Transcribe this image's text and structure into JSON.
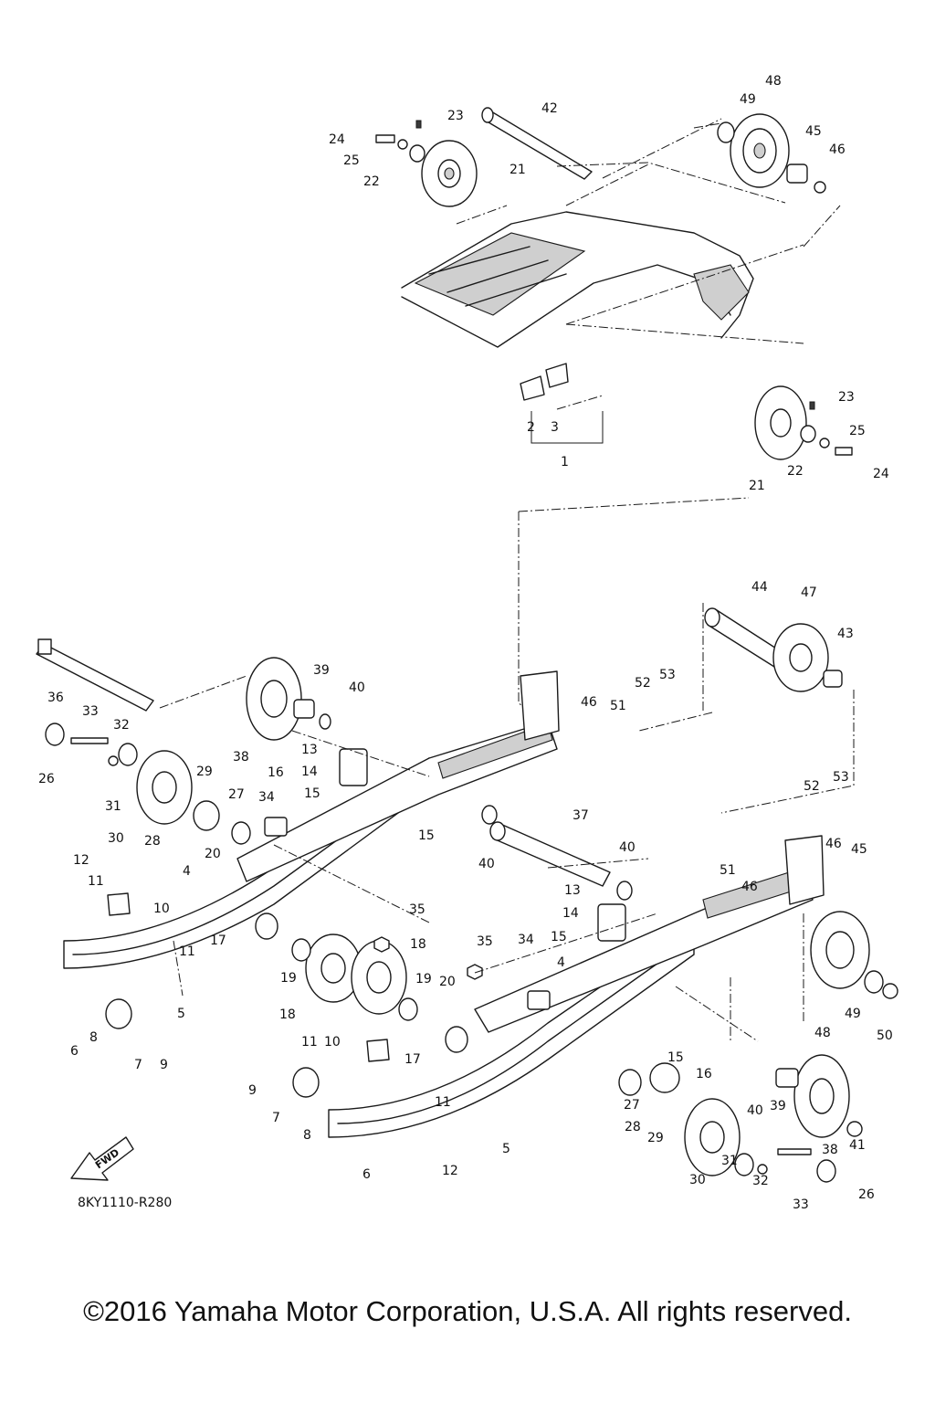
{
  "drawing_code": "8KY1110-R280",
  "direction_label": "FWD",
  "copyright": "©2016 Yamaha Motor Corporation, U.S.A. All rights reserved.",
  "callouts": [
    {
      "n": "48"
    },
    {
      "n": "49"
    },
    {
      "n": "23"
    },
    {
      "n": "42"
    },
    {
      "n": "45"
    },
    {
      "n": "46"
    },
    {
      "n": "24"
    },
    {
      "n": "25"
    },
    {
      "n": "22"
    },
    {
      "n": "21"
    },
    {
      "n": "2"
    },
    {
      "n": "3"
    },
    {
      "n": "1"
    },
    {
      "n": "23"
    },
    {
      "n": "25"
    },
    {
      "n": "22"
    },
    {
      "n": "24"
    },
    {
      "n": "21"
    },
    {
      "n": "44"
    },
    {
      "n": "47"
    },
    {
      "n": "43"
    },
    {
      "n": "39"
    },
    {
      "n": "40"
    },
    {
      "n": "36"
    },
    {
      "n": "46"
    },
    {
      "n": "51"
    },
    {
      "n": "52"
    },
    {
      "n": "53"
    },
    {
      "n": "33"
    },
    {
      "n": "32"
    },
    {
      "n": "26"
    },
    {
      "n": "38"
    },
    {
      "n": "13"
    },
    {
      "n": "14"
    },
    {
      "n": "16"
    },
    {
      "n": "15"
    },
    {
      "n": "29"
    },
    {
      "n": "27"
    },
    {
      "n": "34"
    },
    {
      "n": "31"
    },
    {
      "n": "30"
    },
    {
      "n": "28"
    },
    {
      "n": "15"
    },
    {
      "n": "20"
    },
    {
      "n": "12"
    },
    {
      "n": "11"
    },
    {
      "n": "4"
    },
    {
      "n": "10"
    },
    {
      "n": "52"
    },
    {
      "n": "53"
    },
    {
      "n": "37"
    },
    {
      "n": "40"
    },
    {
      "n": "51"
    },
    {
      "n": "46"
    },
    {
      "n": "46"
    },
    {
      "n": "45"
    },
    {
      "n": "40"
    },
    {
      "n": "35"
    },
    {
      "n": "17"
    },
    {
      "n": "11"
    },
    {
      "n": "13"
    },
    {
      "n": "14"
    },
    {
      "n": "15"
    },
    {
      "n": "19"
    },
    {
      "n": "18"
    },
    {
      "n": "34"
    },
    {
      "n": "35"
    },
    {
      "n": "4"
    },
    {
      "n": "19"
    },
    {
      "n": "18"
    },
    {
      "n": "20"
    },
    {
      "n": "5"
    },
    {
      "n": "8"
    },
    {
      "n": "6"
    },
    {
      "n": "7"
    },
    {
      "n": "9"
    },
    {
      "n": "48"
    },
    {
      "n": "49"
    },
    {
      "n": "50"
    },
    {
      "n": "11"
    },
    {
      "n": "10"
    },
    {
      "n": "17"
    },
    {
      "n": "15"
    },
    {
      "n": "16"
    },
    {
      "n": "9"
    },
    {
      "n": "7"
    },
    {
      "n": "11"
    },
    {
      "n": "8"
    },
    {
      "n": "27"
    },
    {
      "n": "40"
    },
    {
      "n": "39"
    },
    {
      "n": "28"
    },
    {
      "n": "29"
    },
    {
      "n": "5"
    },
    {
      "n": "12"
    },
    {
      "n": "6"
    },
    {
      "n": "31"
    },
    {
      "n": "38"
    },
    {
      "n": "41"
    },
    {
      "n": "30"
    },
    {
      "n": "32"
    },
    {
      "n": "33"
    },
    {
      "n": "26"
    }
  ]
}
